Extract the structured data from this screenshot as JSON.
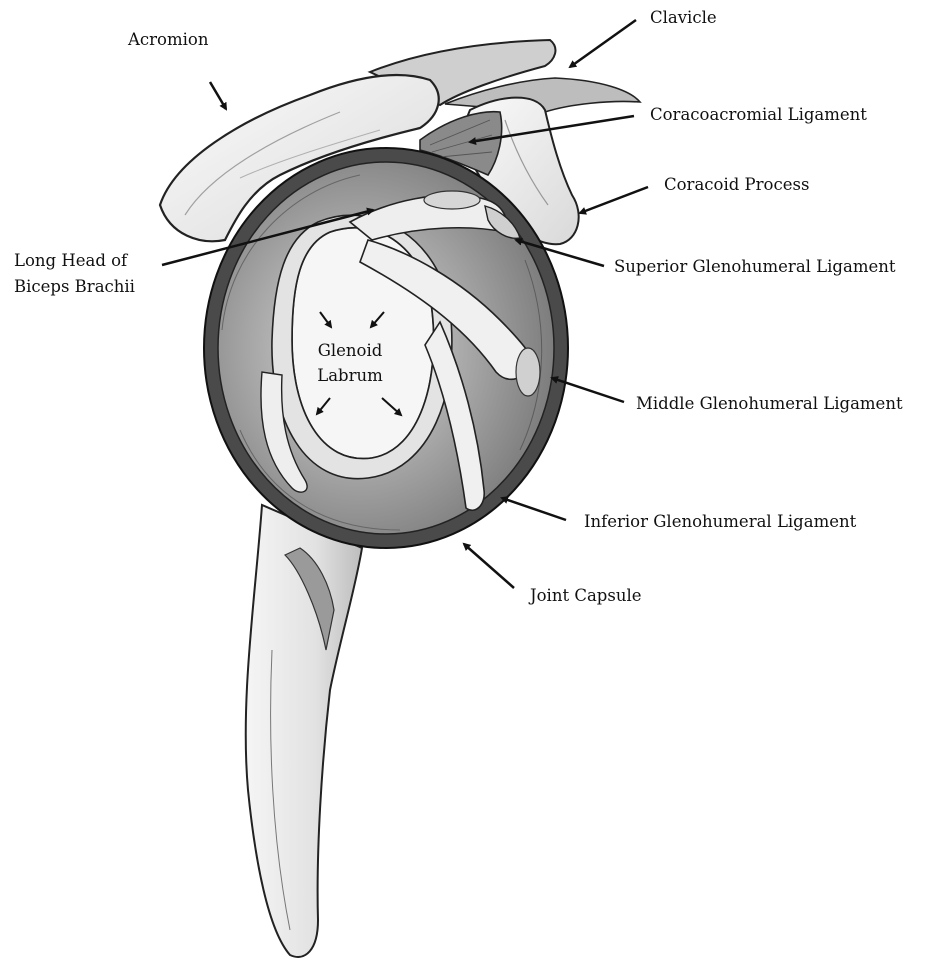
{
  "labels": {
    "clavicle": "Clavicle",
    "acromion": "Acromion",
    "coracoacromial": "Coracoacromial Ligament",
    "coracoid": "Coracoid Process",
    "long_head_1": "Long Head of",
    "long_head_2": "Biceps Brachii",
    "superior_gh": "Superior Glenohumeral Ligament",
    "glenoid_1": "Glenoid",
    "glenoid_2": "Labrum",
    "middle_gh": "Middle Glenohumeral Ligament",
    "inferior_gh": "Inferior Glenohumeral Ligament",
    "joint_capsule": "Joint Capsule"
  },
  "colors": {
    "ink": "#111111",
    "capsule_ring": "#4a4a4a",
    "capsule_fill": "#8f8f8f",
    "bone": "#f2f2f2",
    "shade": "#b8b8b8"
  }
}
